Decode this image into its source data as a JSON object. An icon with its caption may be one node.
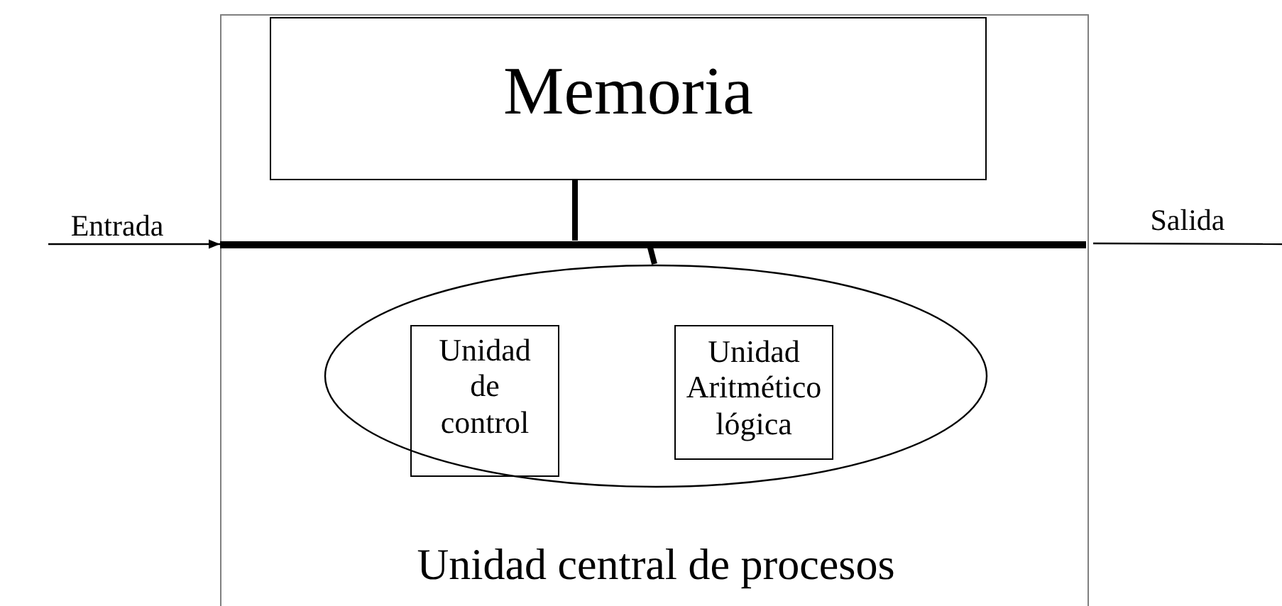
{
  "diagram": {
    "nodes": [
      {
        "text": [],
        "shape": "box"
      },
      {
        "text": [
          "Memoria"
        ],
        "in": 0
      },
      {
        "text": [],
        "shape": "bar",
        "in": 0
      },
      {
        "text": [],
        "shape": "circle",
        "in": 0,
        "beside": [
          "Unidad central de procesos"
        ]
      },
      {
        "text": [
          "Unidad de control"
        ],
        "in": 3
      },
      {
        "text": [
          "Unidad Aritmético lógica"
        ],
        "in": 3
      },
      {
        "text": [
          "Entrada"
        ]
      },
      {
        "text": [
          "Salida"
        ]
      }
    ],
    "edges": [
      {
        "from": 6,
        "to": 2,
        "arrow": "to"
      },
      {
        "from": 1,
        "to": 2,
        "arrow": "none",
        "style": "thick"
      },
      {
        "from": 2,
        "to": 3,
        "arrow": "none",
        "style": "thick"
      },
      {
        "from": 2,
        "to": 7,
        "arrow": "none"
      }
    ]
  }
}
